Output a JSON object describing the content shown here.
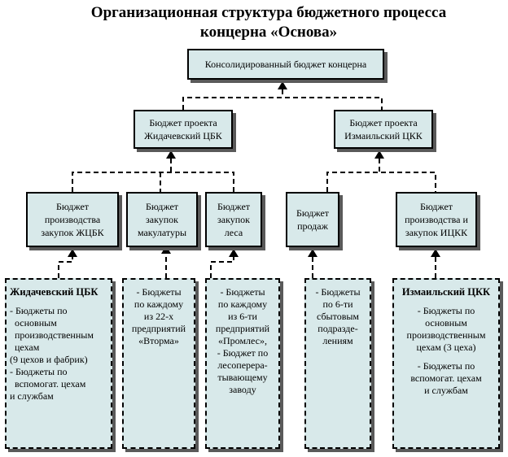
{
  "title": {
    "line1": "Организационная структура бюджетного процесса",
    "line2": "концерна «Основа»"
  },
  "top": {
    "lines": [
      "Консолидированный бюджет концерна"
    ]
  },
  "level2": [
    {
      "lines": [
        "Бюджет проекта",
        "Жидачевский ЦБК"
      ]
    },
    {
      "lines": [
        "Бюджет проекта",
        "Измаильский ЦКК"
      ]
    }
  ],
  "level3": [
    {
      "lines": [
        "Бюджет",
        "производства",
        "закупок ЖЦБК"
      ]
    },
    {
      "lines": [
        "Бюджет",
        "закупок",
        "макулатуры"
      ]
    },
    {
      "lines": [
        "Бюджет",
        "закупок",
        "леса"
      ]
    },
    {
      "lines": [
        "Бюджет",
        "продаж"
      ]
    },
    {
      "lines": [
        "Бюджет",
        "производства и",
        "закупок ИЦКК"
      ]
    }
  ],
  "notes": [
    {
      "lines": [
        "Жидачевский ЦБК",
        "",
        "- Бюджеты по",
        "основным",
        "производственным",
        "цехам",
        "(9 цехов и фабрик)",
        "- Бюджеты по",
        "вспомогат. цехам",
        " и службам"
      ]
    },
    {
      "lines": [
        "- Бюджеты",
        "по каждому",
        "из 22-х",
        "предприятий",
        "«Вторма»"
      ]
    },
    {
      "lines": [
        "- Бюджеты",
        "по каждому",
        "из 6-ти",
        "предприятий",
        "«Промлес»,",
        " - Бюджет по",
        "лесоперера-",
        "тывающему",
        "заводу"
      ]
    },
    {
      "lines": [
        "- Бюджеты",
        "по 6-ти",
        "сбытовым",
        "подразде-",
        "лениям"
      ]
    },
    {
      "lines": [
        "Измаильский ЦКК",
        "",
        "- Бюджеты по",
        "основным",
        "производственным",
        "цехам (3 цеха)",
        "",
        "- Бюджеты по",
        "вспомогат. цехам",
        "и службам"
      ]
    }
  ]
}
